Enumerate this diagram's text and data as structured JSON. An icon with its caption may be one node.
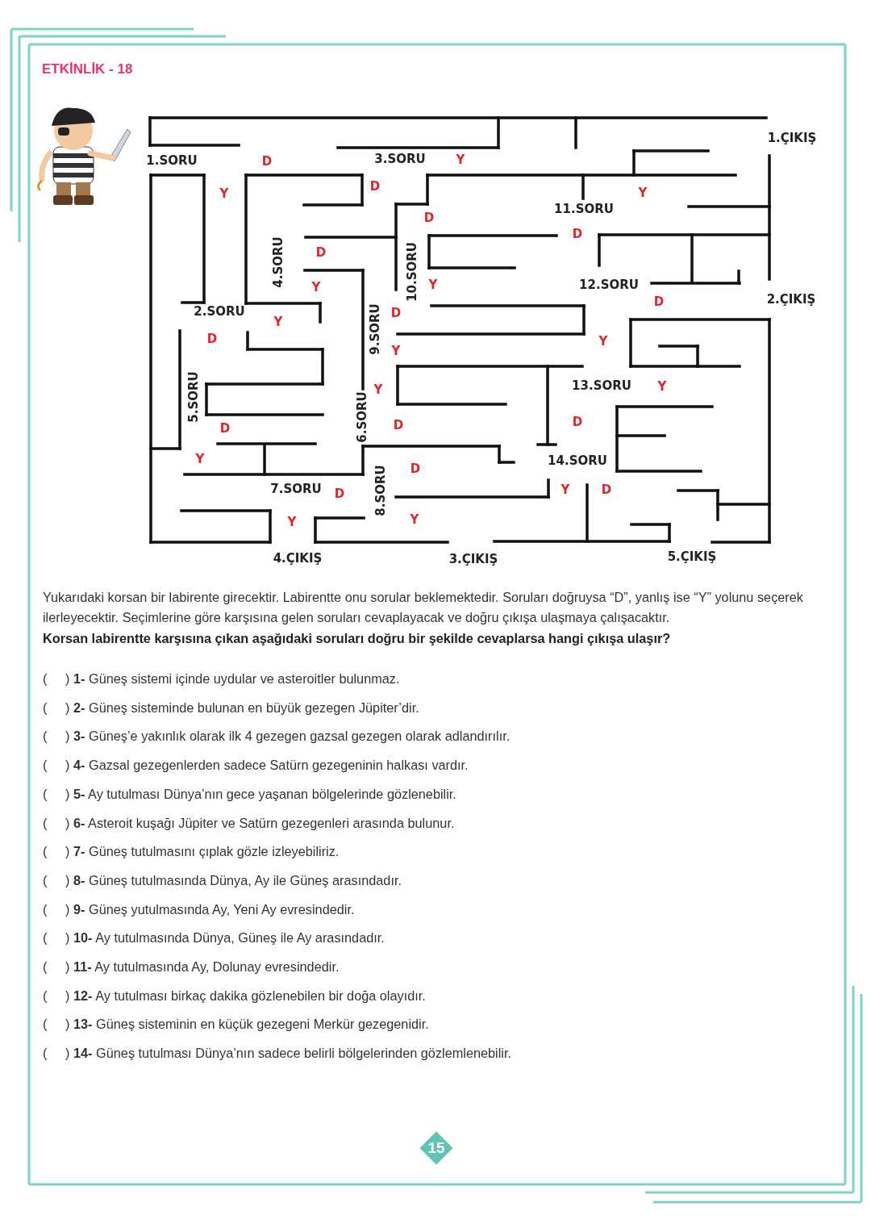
{
  "diagram": {
    "title": "ETKİNLİK - 18",
    "nodes": [
      {
        "text": [
          "15"
        ]
      }
    ],
    "edges": [],
    "labels": [
      "1.SORU",
      "D",
      "3.SORU",
      "Y",
      "1.ÇIKIŞ",
      "Y",
      "D",
      "Y",
      "11.SORU",
      "D",
      "D",
      "D",
      "4.SORU",
      "10.SORU",
      "Y",
      "Y",
      "12.SORU",
      "D",
      "2.ÇIKIŞ",
      "2.SORU",
      "D",
      "Y",
      "9.SORU",
      "D",
      "Y",
      "Y",
      "Y",
      "13.SORU",
      "Y",
      "5.SORU",
      "6.SORU",
      "D",
      "D",
      "D",
      "Y",
      "14.SORU",
      "D",
      "7.SORU",
      "8.SORU",
      "Y",
      "D",
      "D",
      "Y",
      "Y",
      "4.ÇIKIŞ",
      "3.ÇIKIŞ",
      "5.ÇIKIŞ",
      "Yukarıdaki korsan bir labirente girecektir. Labirentte onu sorular beklemektedir. Soruları doğruysa “D”, yanlış ise “Y” yolunu seçerek ilerleyecektir. Seçimlerine göre karşısına gelen soruları cevaplayacak ve doğru çıkışa ulaşmaya çalışacaktır.",
      "Korsan labirentte karşısına çıkan aşağıdaki soruları doğru bir şekilde cevaplarsa hangi çıkışa ulaşır?",
      "(     ) **1-** Güneş sistemi içinde uydular ve asteroitler bulunmaz.",
      "(     ) **2-** Güneş sisteminde bulunan en büyük gezegen Jüpiter’dir.",
      "(     ) **3-** Güneş’e yakınlık olarak ilk 4 gezegen gazsal gezegen olarak adlandırılır.",
      "(     ) **4-** Gazsal gezegenlerden sadece Satürn gezegeninin halkası vardır.",
      "(     ) **5-** Ay tutulması Dünya’nın gece yaşanan bölgelerinde gözlenebilir.",
      "(     ) **6-** Asteroit kuşağı Jüpiter ve Satürn gezegenleri arasında bulunur.",
      "(     ) **7-** Güneş tutulmasını çıplak gözle izleyebiliriz.",
      "(     ) **8-** Güneş tutulmasında Dünya, Ay ile Güneş arasındadır.",
      "(     ) **9-** Güneş yutulmasında Ay, Yeni Ay evresindedir.",
      "(     ) **10-** Ay tutulmasında Dünya, Güneş ile Ay arasındadır.",
      "(     ) **11-** Ay tutulmasında Ay, Dolunay evresindedir.",
      "(     ) **12-** Ay tutulması birkaç dakika gözlenebilen bir doğa olayıdır.",
      "(     ) **13-** Güneş sisteminin en küçük gezegeni Merkür gezegenidir.",
      "(     ) **14-** Güneş tutulması Dünya’nın sadece belirli bölgelerinden gözlemlenebilir."
    ]
  }
}
